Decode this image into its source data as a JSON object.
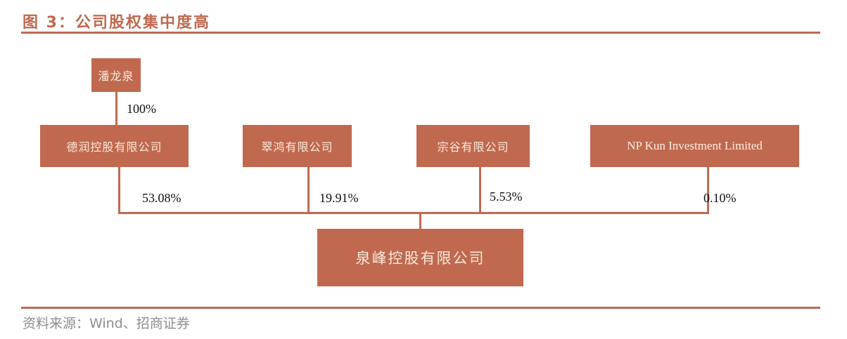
{
  "figure": {
    "title": "图 3：公司股权集中度高",
    "source": "资料来源：Wind、招商证券",
    "accent_color": "#c0694f"
  },
  "nodes": {
    "top_owner": "潘龙泉",
    "shareholders": [
      {
        "name": "德润控股有限公司",
        "stake": "53.08%"
      },
      {
        "name": "翠鸿有限公司",
        "stake": "19.91%"
      },
      {
        "name": "宗谷有限公司",
        "stake": "5.53%"
      },
      {
        "name": "NP Kun Investment Limited",
        "stake": "0.10%"
      }
    ],
    "top_owner_stake": "100%",
    "company": "泉峰控股有限公司"
  }
}
